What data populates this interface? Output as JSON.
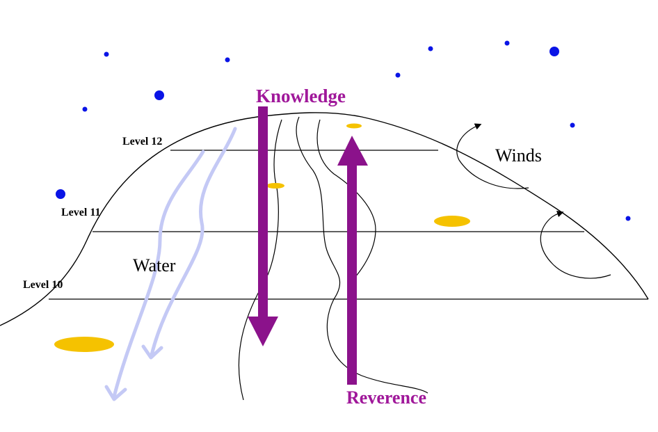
{
  "colors": {
    "background": "#ffffff",
    "outline": "#000000",
    "star": "#0a14e6",
    "gold": "#f5c200",
    "water": "#c4c9f5",
    "arrow": "#8b128b",
    "arrow_label": "#a0189a"
  },
  "labels": {
    "knowledge": "Knowledge",
    "reverence": "Reverence",
    "winds": "Winds",
    "water": "Water",
    "level_12": "Level 12",
    "level_11": "Level 11",
    "level_10": "Level 10"
  }
}
